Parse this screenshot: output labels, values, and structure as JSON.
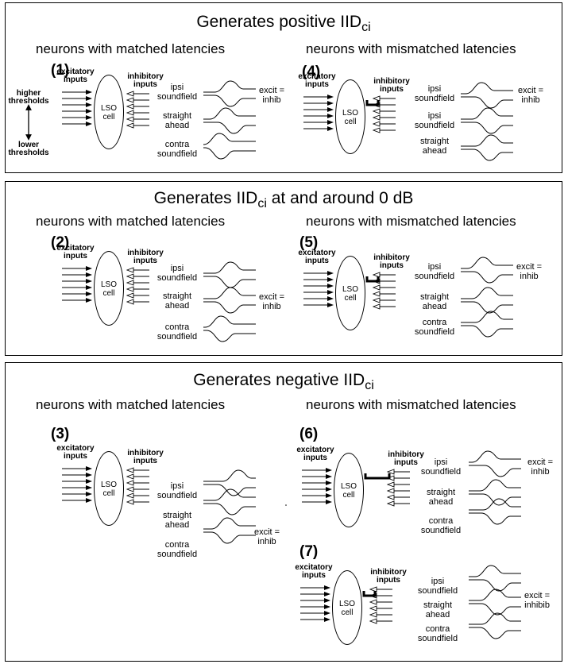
{
  "labels": {
    "excitatory_inputs": "excitatory\ninputs",
    "inhibitory_inputs": "inhibitory\ninputs",
    "lso_cell": "LSO\ncell",
    "higher_thresholds": "higher\nthresholds",
    "lower_thresholds": "lower\nthresholds",
    "ipsi": "ipsi\nsoundfield",
    "straight": "straight\nahead",
    "contra": "contra\nsoundfield",
    "excit_inhib": "excit =\ninhib",
    "excit_inhibib": "excit =\ninhibib"
  },
  "panels": [
    {
      "title_main": "Generates positive IID",
      "title_sub": "ci",
      "matched": "neurons with matched latencies",
      "mismatched": "neurons with mismatched latencies",
      "cases": [
        "(1)",
        "(4)"
      ]
    },
    {
      "title_main": "Generates IID",
      "title_sub": "ci",
      "title_suffix": " at and around 0 dB",
      "matched": "neurons with matched latencies",
      "mismatched": "neurons with mismatched latencies",
      "cases": [
        "(2)",
        "(5)"
      ]
    },
    {
      "title_main": "Generates negative IID",
      "title_sub": "ci",
      "matched": "neurons with matched latencies",
      "mismatched": "neurons with mismatched latencies",
      "cases": [
        "(3)",
        "(6)",
        "(7)"
      ]
    }
  ]
}
